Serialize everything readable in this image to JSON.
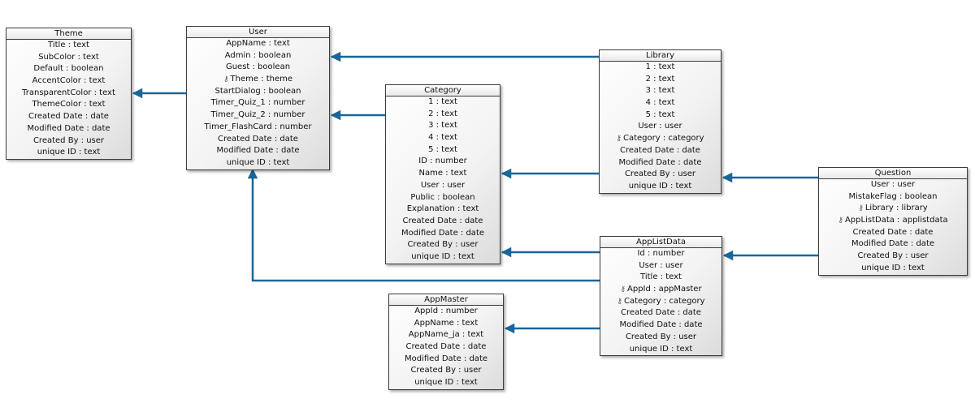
{
  "style": {
    "connector_color": "#1a6699",
    "border_color": "#3c3c3c"
  },
  "entities": [
    {
      "id": "theme",
      "name": "Theme",
      "attributes": [
        {
          "text": "Title : text"
        },
        {
          "text": "SubColor : text"
        },
        {
          "text": "Default : boolean"
        },
        {
          "text": "AccentColor : text"
        },
        {
          "text": "TransparentColor : text"
        },
        {
          "text": "ThemeColor : text"
        },
        {
          "text": "Created Date : date"
        },
        {
          "text": "Modified Date : date"
        },
        {
          "text": "Created By : user"
        },
        {
          "text": "unique ID : text"
        }
      ]
    },
    {
      "id": "user",
      "name": "User",
      "attributes": [
        {
          "text": "AppName : text"
        },
        {
          "text": "Admin : boolean"
        },
        {
          "text": "Guest : boolean"
        },
        {
          "text": "Theme : theme",
          "key": true
        },
        {
          "text": "StartDialog : boolean"
        },
        {
          "text": "Timer_Quiz_1 : number"
        },
        {
          "text": "Timer_Quiz_2 : number"
        },
        {
          "text": "Timer_FlashCard : number"
        },
        {
          "text": "Created Date : date"
        },
        {
          "text": "Modified Date : date"
        },
        {
          "text": "unique ID : text"
        }
      ]
    },
    {
      "id": "category",
      "name": "Category",
      "attributes": [
        {
          "text": "1 : text"
        },
        {
          "text": "2 : text"
        },
        {
          "text": "3 : text"
        },
        {
          "text": "4 : text"
        },
        {
          "text": "5 : text"
        },
        {
          "text": "ID : number"
        },
        {
          "text": "Name : text"
        },
        {
          "text": "User : user"
        },
        {
          "text": "Public : boolean"
        },
        {
          "text": "Explanation : text"
        },
        {
          "text": "Created Date : date"
        },
        {
          "text": "Modified Date : date"
        },
        {
          "text": "Created By : user"
        },
        {
          "text": "unique ID : text"
        }
      ]
    },
    {
      "id": "library",
      "name": "Library",
      "attributes": [
        {
          "text": "1 : text"
        },
        {
          "text": "2 : text"
        },
        {
          "text": "3 : text"
        },
        {
          "text": "4 : text"
        },
        {
          "text": "5 : text"
        },
        {
          "text": "User : user"
        },
        {
          "text": "Category : category",
          "key": true
        },
        {
          "text": "Created Date : date"
        },
        {
          "text": "Modified Date : date"
        },
        {
          "text": "Created By : user"
        },
        {
          "text": "unique ID : text"
        }
      ]
    },
    {
      "id": "question",
      "name": "Question",
      "attributes": [
        {
          "text": "User : user"
        },
        {
          "text": "MistakeFlag : boolean"
        },
        {
          "text": "Library : library",
          "key": true
        },
        {
          "text": "AppListData : applistdata",
          "key": true
        },
        {
          "text": "Created Date : date"
        },
        {
          "text": "Modified Date : date"
        },
        {
          "text": "Created By : user"
        },
        {
          "text": "unique ID : text"
        }
      ]
    },
    {
      "id": "applistdata",
      "name": "AppListData",
      "attributes": [
        {
          "text": "Id : number"
        },
        {
          "text": "User : user"
        },
        {
          "text": "Title : text"
        },
        {
          "text": "AppId : appMaster",
          "key": true
        },
        {
          "text": "Category : category",
          "key": true
        },
        {
          "text": "Created Date : date"
        },
        {
          "text": "Modified Date : date"
        },
        {
          "text": "Created By : user"
        },
        {
          "text": "unique ID : text"
        }
      ]
    },
    {
      "id": "appmaster",
      "name": "AppMaster",
      "attributes": [
        {
          "text": "AppId : number"
        },
        {
          "text": "AppName : text"
        },
        {
          "text": "AppName_ja : text"
        },
        {
          "text": "Created Date : date"
        },
        {
          "text": "Modified Date : date"
        },
        {
          "text": "Created By : user"
        },
        {
          "text": "unique ID : text"
        }
      ]
    }
  ],
  "relationships": [
    {
      "from": "user",
      "to": "theme"
    },
    {
      "from": "library",
      "to": "user"
    },
    {
      "from": "category",
      "to": "user"
    },
    {
      "from": "library",
      "to": "category"
    },
    {
      "from": "applistdata",
      "to": "category"
    },
    {
      "from": "question",
      "to": "library"
    },
    {
      "from": "question",
      "to": "applistdata"
    },
    {
      "from": "applistdata",
      "to": "user"
    },
    {
      "from": "applistdata",
      "to": "appmaster"
    }
  ]
}
